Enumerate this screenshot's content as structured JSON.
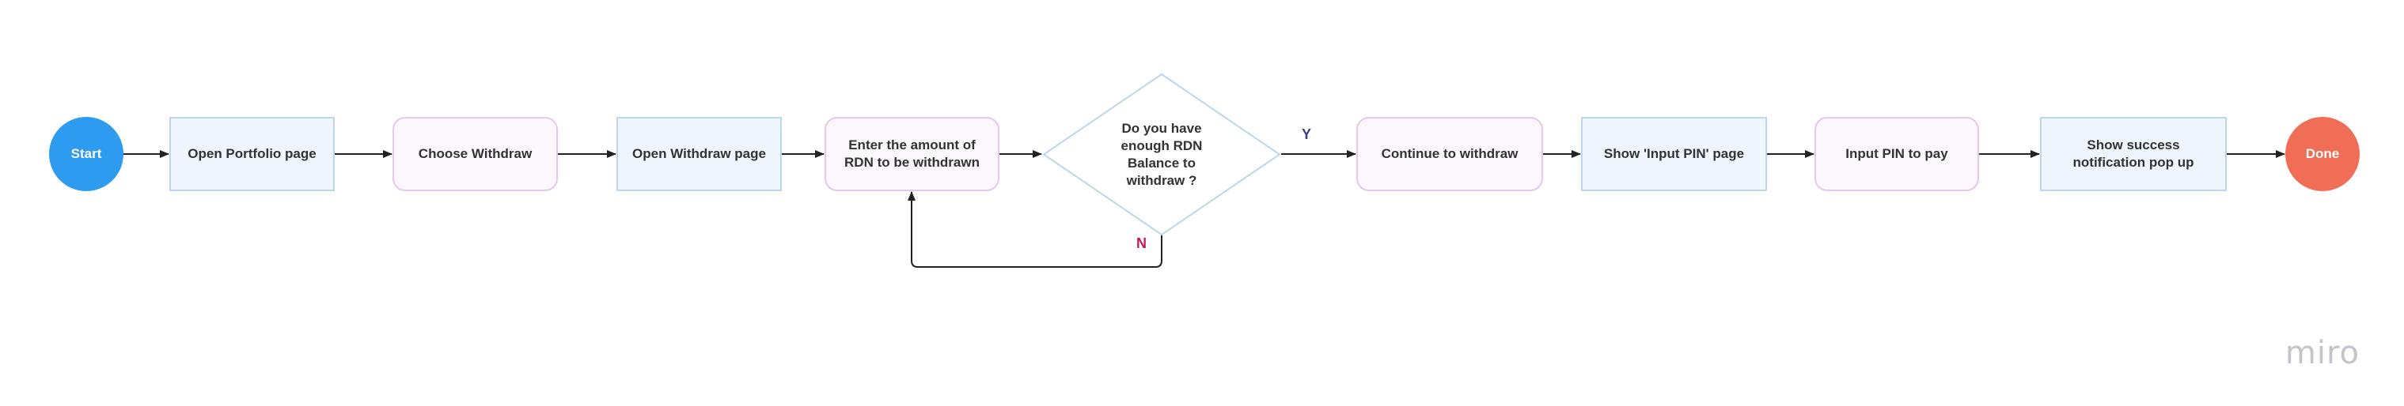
{
  "diagram": {
    "type": "flowchart",
    "colors": {
      "start": "#2d9bf0",
      "done": "#ef6e55",
      "process_fill": "#eef5fd",
      "process_border": "#bcd6ef",
      "step_fill": "#fcf6fd",
      "step_border": "#e3c9ec",
      "decision_border": "#bcd6ef",
      "edge": "#222222",
      "yes_label": "#3b3f8c",
      "no_label": "#c2185b"
    },
    "nodes": [
      {
        "id": "start",
        "shape": "circle",
        "label": "Start"
      },
      {
        "id": "open_portfolio",
        "shape": "rect",
        "label": "Open Portfolio page"
      },
      {
        "id": "choose_withdraw",
        "shape": "rounded-rect",
        "label": "Choose Withdraw"
      },
      {
        "id": "open_withdraw",
        "shape": "rect",
        "label": "Open Withdraw page"
      },
      {
        "id": "enter_amount",
        "shape": "rounded-rect",
        "label": "Enter the amount of RDN to be withdrawn"
      },
      {
        "id": "decision",
        "shape": "diamond",
        "label": "Do you have enough RDN Balance to withdraw ?"
      },
      {
        "id": "continue_withdraw",
        "shape": "rounded-rect",
        "label": "Continue to withdraw"
      },
      {
        "id": "show_pin_page",
        "shape": "rect",
        "label": "Show 'Input PIN' page"
      },
      {
        "id": "input_pin",
        "shape": "rounded-rect",
        "label": "Input PIN to pay"
      },
      {
        "id": "show_success",
        "shape": "rect",
        "label": "Show success notification pop up"
      },
      {
        "id": "done",
        "shape": "circle",
        "label": "Done"
      }
    ],
    "edges": [
      {
        "from": "start",
        "to": "open_portfolio"
      },
      {
        "from": "open_portfolio",
        "to": "choose_withdraw"
      },
      {
        "from": "choose_withdraw",
        "to": "open_withdraw"
      },
      {
        "from": "open_withdraw",
        "to": "enter_amount"
      },
      {
        "from": "enter_amount",
        "to": "decision"
      },
      {
        "from": "decision",
        "to": "continue_withdraw",
        "label": "Y"
      },
      {
        "from": "decision",
        "to": "enter_amount",
        "label": "N"
      },
      {
        "from": "continue_withdraw",
        "to": "show_pin_page"
      },
      {
        "from": "show_pin_page",
        "to": "input_pin"
      },
      {
        "from": "input_pin",
        "to": "show_success"
      },
      {
        "from": "show_success",
        "to": "done"
      }
    ]
  },
  "branding": {
    "logo_text": "miro"
  }
}
